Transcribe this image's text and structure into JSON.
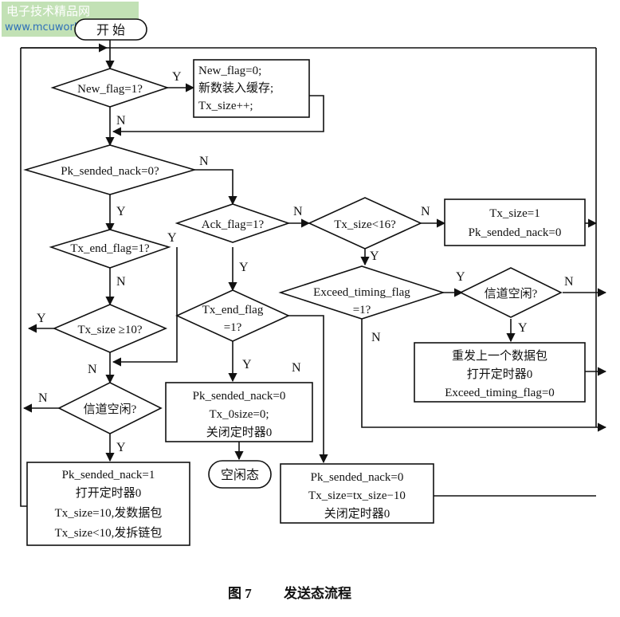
{
  "watermark": {
    "line1": "电子技术精品网",
    "line2": "www.mcuworld.com"
  },
  "nodes": {
    "start": "开 始",
    "d_new_flag": "New_flag=1?",
    "p_new": [
      "New_flag=0;",
      "新数装入缓存;",
      "Tx_size++;"
    ],
    "d_pk_nack": "Pk_sended_nack=0?",
    "d_ack": "Ack_flag=1?",
    "d_txsize16": "Tx_size<16?",
    "p_tx1": [
      "Tx_size=1",
      "Pk_sended_nack=0"
    ],
    "d_tx_end1": "Tx_end_flag=1?",
    "d_exceed": [
      "Exceed_timing_flag",
      "=1?"
    ],
    "d_channel_r": "信道空闲?",
    "d_tx10": "Tx_size ≥10?",
    "d_tx_end2": [
      "Tx_end_flag",
      "=1?"
    ],
    "p_resend": [
      "重发上一个数据包",
      "打开定时器0",
      "Exceed_timing_flag=0"
    ],
    "d_channel_l": "信道空闲?",
    "p_pk0_a": [
      "Pk_sended_nack=0",
      "Tx_0size=0;",
      "关闭定时器0"
    ],
    "p_pk1": [
      "Pk_sended_nack=1",
      "打开定时器0",
      "Tx_size=10,发数据包",
      "Tx_size<10,发拆链包"
    ],
    "idle": "空闲态",
    "p_pk0_b": [
      "Pk_sended_nack=0",
      "Tx_size=tx_size−10",
      "关闭定时器0"
    ]
  },
  "labels": {
    "yes": "Y",
    "no": "N"
  },
  "caption": {
    "fig": "图 7",
    "title": "发送态流程"
  }
}
